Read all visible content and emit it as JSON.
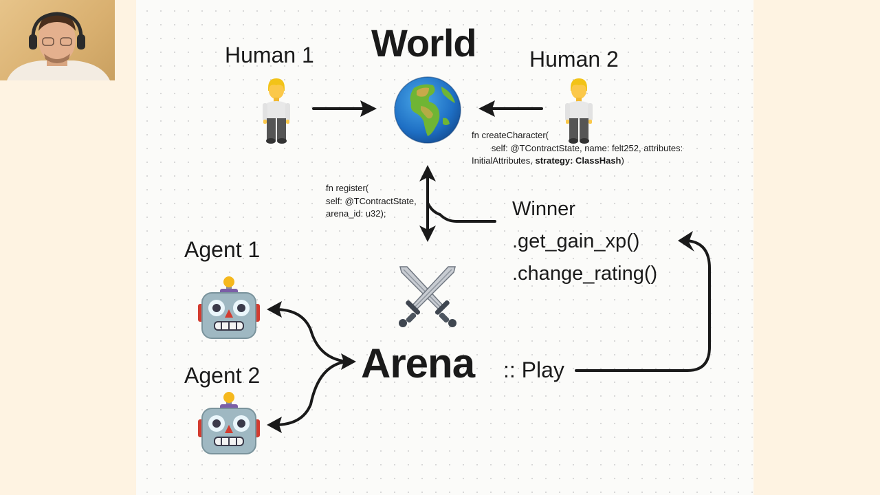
{
  "diagram": {
    "world": "World",
    "human1": "Human 1",
    "human2": "Human 2",
    "arena": "Arena",
    "agent1": "Agent 1",
    "agent2": "Agent 2",
    "play": ":: Play",
    "winner": {
      "title": "Winner",
      "method1": ".get_gain_xp()",
      "method2": ".change_rating()"
    },
    "create_character": {
      "line1": "fn createCharacter(",
      "line2": "        self: @TContractState, name: felt252, attributes:",
      "line3_pre": "InitialAttributes, ",
      "line3_bold": "strategy: ClassHash",
      "line3_post": ")"
    },
    "register": {
      "line1": "fn register(",
      "line2": "self: @TContractState,",
      "line3": "arena_id: u32);"
    }
  },
  "icons": [
    "person-icon",
    "globe-icon",
    "robot-icon",
    "crossed-swords-icon"
  ],
  "colors": {
    "page_bg": "#fef3e2",
    "canvas_bg": "#fbfbf9",
    "ink": "#1a1a1a"
  }
}
